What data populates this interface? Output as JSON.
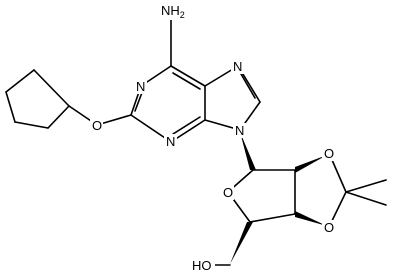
{
  "atom_labels": {
    "amine": "NH",
    "amine_subscript": "2",
    "n1": "N",
    "n3": "N",
    "n7": "N",
    "n9": "N",
    "ether_o": "O",
    "ring_o": "O",
    "dioxolane_o1": "O",
    "dioxolane_o2": "O",
    "hydroxyl": "HO"
  },
  "colors": {
    "ink": "#000000",
    "background": "#ffffff"
  }
}
